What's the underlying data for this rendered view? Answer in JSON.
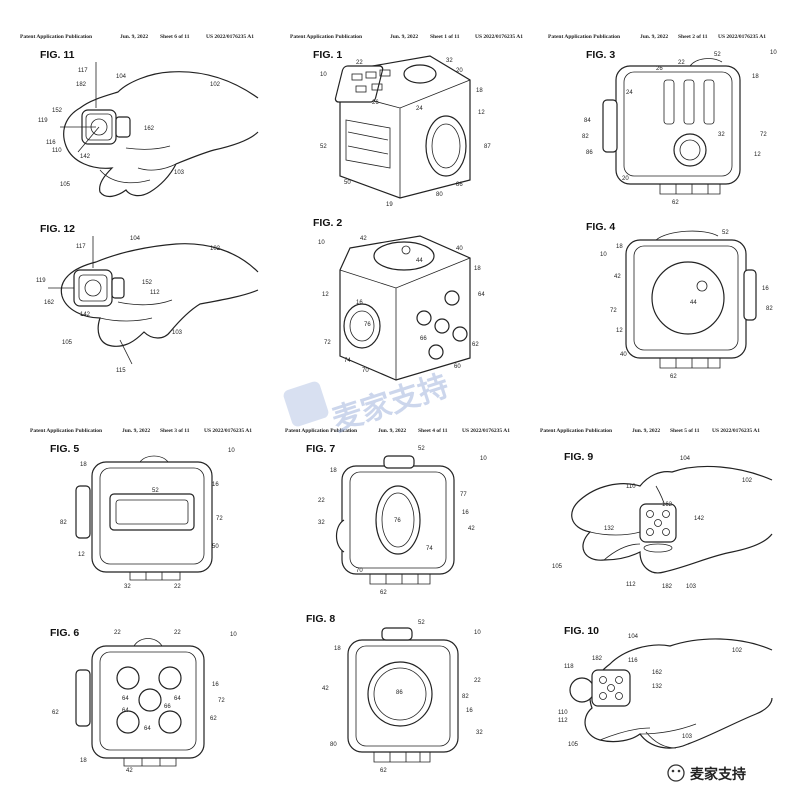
{
  "headers": [
    {
      "pub": "Patent Application Publication",
      "date": "Jun. 9, 2022",
      "sheet": "Sheet 6 of 11",
      "number": "US 2022/0176235 A1"
    },
    {
      "pub": "Patent Application Publication",
      "date": "Jun. 9, 2022",
      "sheet": "Sheet 1 of 11",
      "number": "US 2022/0176235 A1"
    },
    {
      "pub": "Patent Application Publication",
      "date": "Jun. 9, 2022",
      "sheet": "Sheet 2 of 11",
      "number": "US 2022/0176235 A1"
    },
    {
      "pub": "Patent Application Publication",
      "date": "Jun. 9, 2022",
      "sheet": "Sheet 3 of 11",
      "number": "US 2022/0176235 A1"
    },
    {
      "pub": "Patent Application Publication",
      "date": "Jun. 9, 2022",
      "sheet": "Sheet 4 of 11",
      "number": "US 2022/0176235 A1"
    },
    {
      "pub": "Patent Application Publication",
      "date": "Jun. 9, 2022",
      "sheet": "Sheet 5 of 11",
      "number": "US 2022/0176235 A1"
    }
  ],
  "figures": {
    "fig11": {
      "title": "FIG. 11",
      "refs": [
        "117",
        "182",
        "104",
        "102",
        "152",
        "119",
        "162",
        "116",
        "110",
        "142",
        "103",
        "105"
      ]
    },
    "fig1": {
      "title": "FIG. 1",
      "refs": [
        "10",
        "22",
        "32",
        "20",
        "18",
        "26",
        "24",
        "12",
        "52",
        "50",
        "19",
        "80",
        "86",
        "87"
      ]
    },
    "fig3": {
      "title": "FIG. 3",
      "refs": [
        "26",
        "22",
        "52",
        "10",
        "24",
        "18",
        "84",
        "82",
        "86",
        "32",
        "72",
        "20",
        "12",
        "62"
      ]
    },
    "fig12": {
      "title": "FIG. 12",
      "refs": [
        "117",
        "104",
        "102",
        "119",
        "152",
        "162",
        "112",
        "142",
        "103",
        "105",
        "115"
      ]
    },
    "fig2": {
      "title": "FIG. 2",
      "refs": [
        "10",
        "42",
        "44",
        "40",
        "18",
        "12",
        "16",
        "64",
        "76",
        "72",
        "74",
        "66",
        "62",
        "60",
        "70"
      ]
    },
    "fig4": {
      "title": "FIG. 4",
      "refs": [
        "10",
        "18",
        "52",
        "42",
        "44",
        "72",
        "16",
        "82",
        "12",
        "40",
        "62"
      ]
    },
    "fig5": {
      "title": "FIG. 5",
      "refs": [
        "18",
        "10",
        "52",
        "16",
        "82",
        "72",
        "50",
        "12",
        "32",
        "22"
      ]
    },
    "fig7": {
      "title": "FIG. 7",
      "refs": [
        "52",
        "10",
        "18",
        "22",
        "77",
        "32",
        "76",
        "16",
        "42",
        "74",
        "70",
        "62"
      ]
    },
    "fig9": {
      "title": "FIG. 9",
      "refs": [
        "104",
        "102",
        "110",
        "162",
        "142",
        "132",
        "105",
        "112",
        "182",
        "103"
      ]
    },
    "fig6": {
      "title": "FIG. 6",
      "refs": [
        "22",
        "22",
        "10",
        "64",
        "64",
        "16",
        "72",
        "62",
        "66",
        "64",
        "64",
        "62",
        "18",
        "42"
      ]
    },
    "fig8": {
      "title": "FIG. 8",
      "refs": [
        "52",
        "10",
        "18",
        "42",
        "86",
        "82",
        "16",
        "22",
        "80",
        "32",
        "62"
      ]
    },
    "fig10": {
      "title": "FIG. 10",
      "refs": [
        "104",
        "182",
        "116",
        "102",
        "118",
        "162",
        "132",
        "110",
        "112",
        "105",
        "103"
      ]
    }
  },
  "watermark": {
    "text": "麦家支持"
  },
  "footer": {
    "text": "麦家支持"
  }
}
